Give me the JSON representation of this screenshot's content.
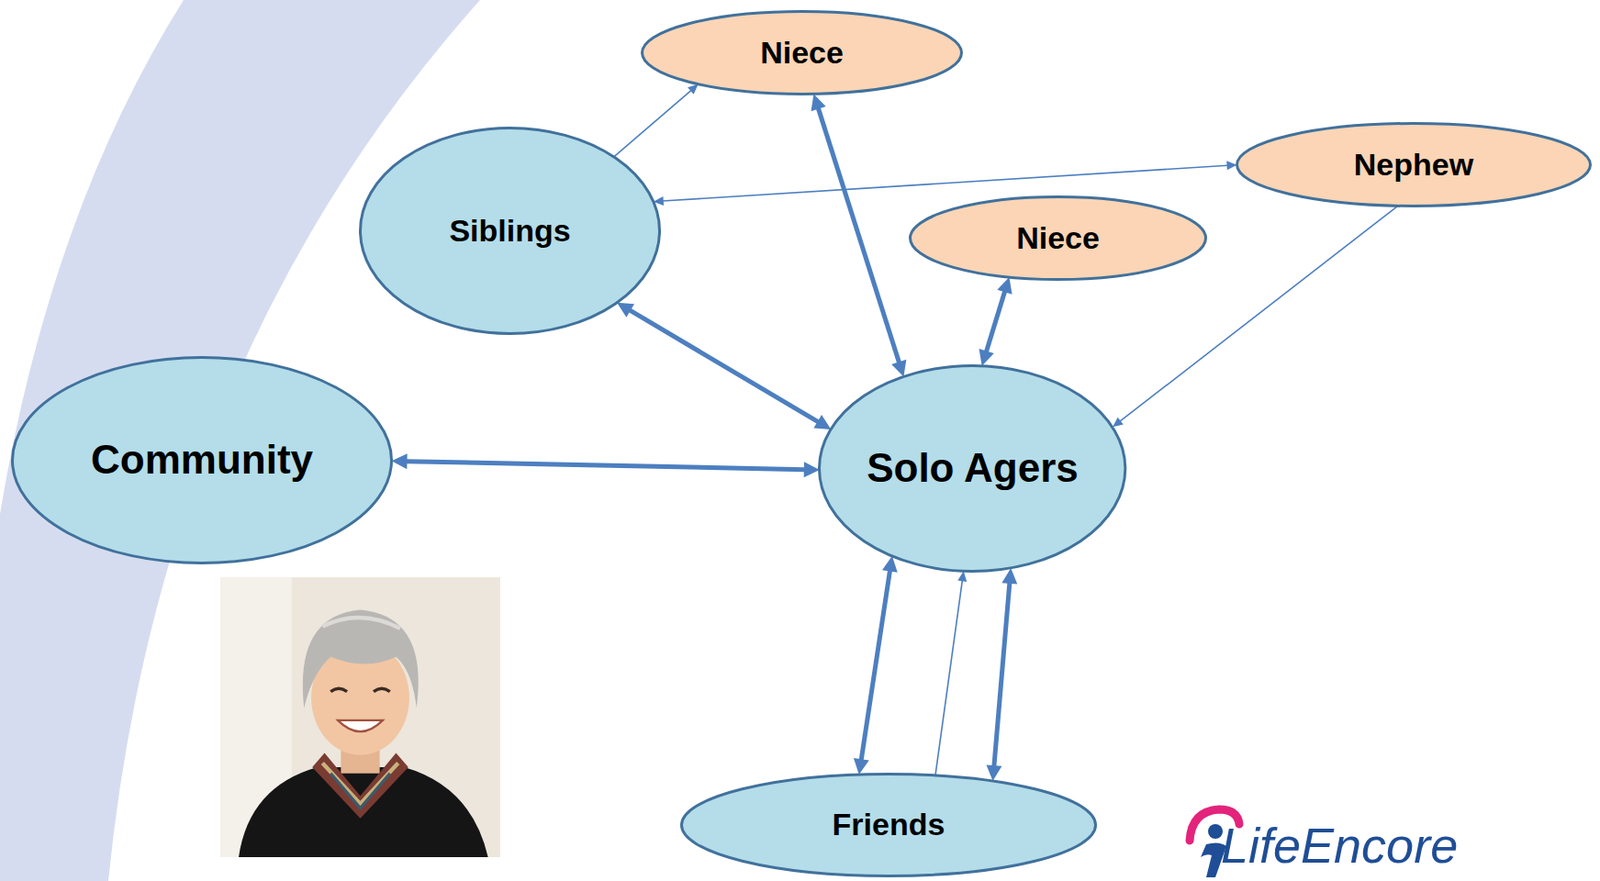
{
  "diagram": {
    "nodes": [
      {
        "text": [
          "Niece"
        ]
      },
      {
        "text": [
          "Siblings"
        ]
      },
      {
        "text": [
          "Nephew"
        ]
      },
      {
        "text": [
          "Niece"
        ]
      },
      {
        "text": [
          "Community"
        ]
      },
      {
        "text": [
          "Solo Agers"
        ]
      },
      {
        "text": [
          "Friends"
        ]
      }
    ],
    "edges": [
      {
        "from": 1,
        "to": 0,
        "arrow": "to"
      },
      {
        "from": 1,
        "to": 2,
        "arrow": "both"
      },
      {
        "from": 0,
        "to": 5,
        "arrow": "both"
      },
      {
        "from": 3,
        "to": 5,
        "arrow": "both"
      },
      {
        "from": 2,
        "to": 5,
        "arrow": "to"
      },
      {
        "from": 1,
        "to": 5,
        "arrow": "both"
      },
      {
        "from": 4,
        "to": 5,
        "arrow": "both"
      },
      {
        "from": 5,
        "to": 6,
        "arrow": "both"
      },
      {
        "from": 6,
        "to": 5,
        "arrow": "to"
      },
      {
        "from": 5,
        "to": 6,
        "arrow": "both"
      }
    ],
    "labels": [
      "LifeEncore"
    ]
  }
}
